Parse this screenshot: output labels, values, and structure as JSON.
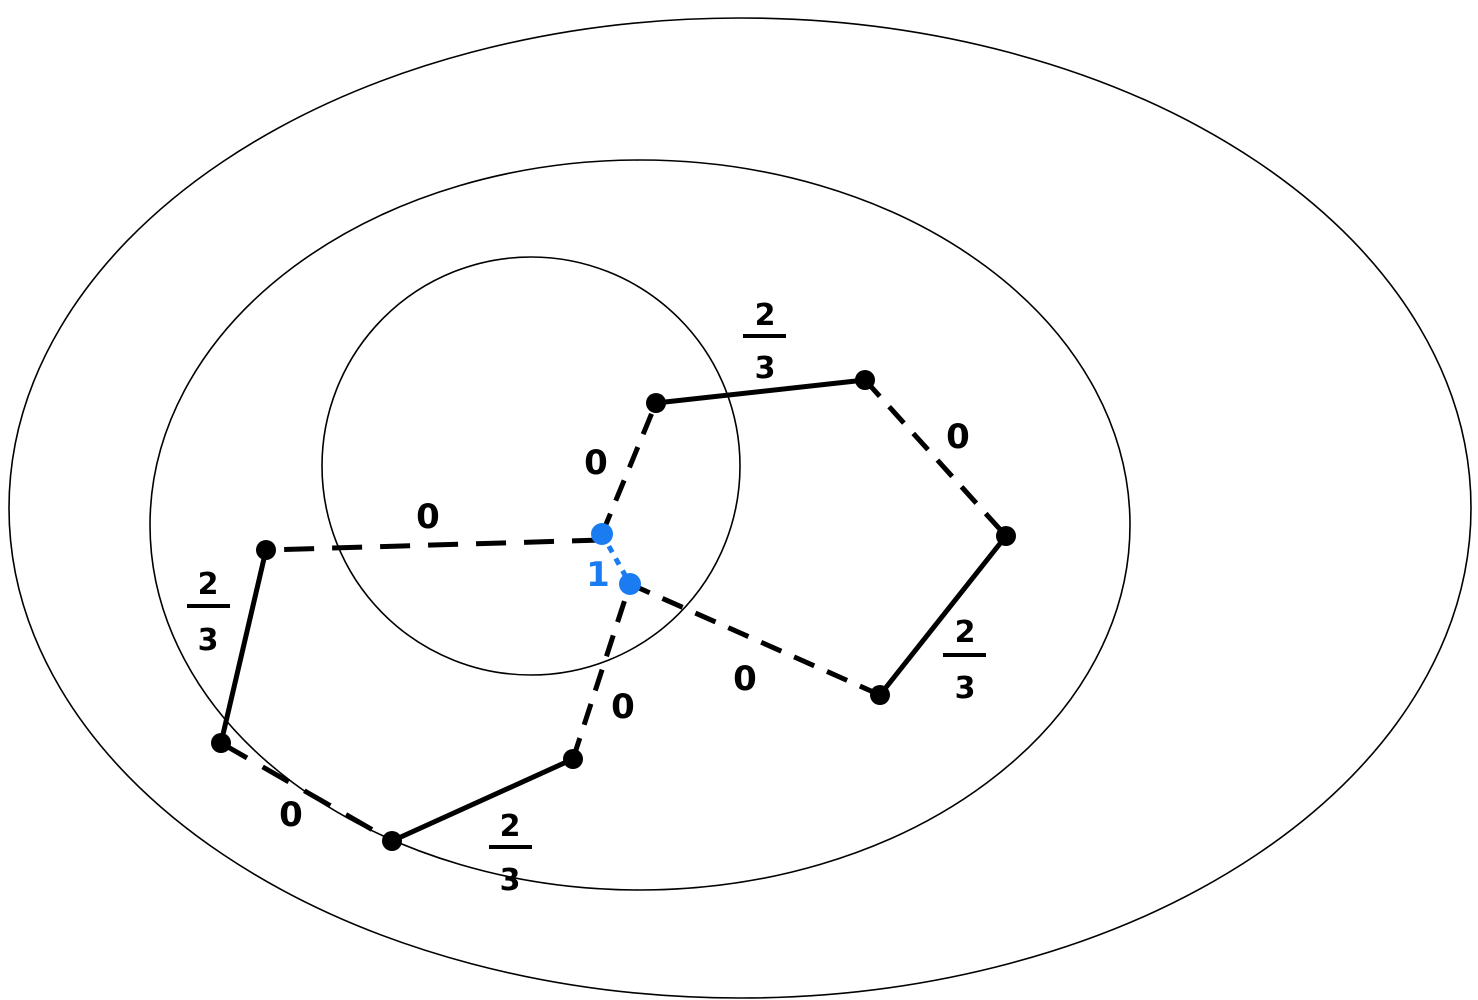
{
  "colors": {
    "ink": "#000000",
    "accent": "#1a7cf0",
    "background": "#ffffff"
  },
  "labels": {
    "upper_right_solid": {
      "num": "2",
      "den": "3"
    },
    "right_dashed": "0",
    "right_solid": {
      "num": "2",
      "den": "3"
    },
    "lower_right_dashed": "0",
    "center_upper_dashed": "0",
    "left_dashed": "0",
    "left_solid": {
      "num": "2",
      "den": "3"
    },
    "bottom_left_dashed": "0",
    "bottom_solid": {
      "num": "2",
      "den": "3"
    },
    "lower_center_dashed": "0",
    "blue_edge": "1"
  }
}
